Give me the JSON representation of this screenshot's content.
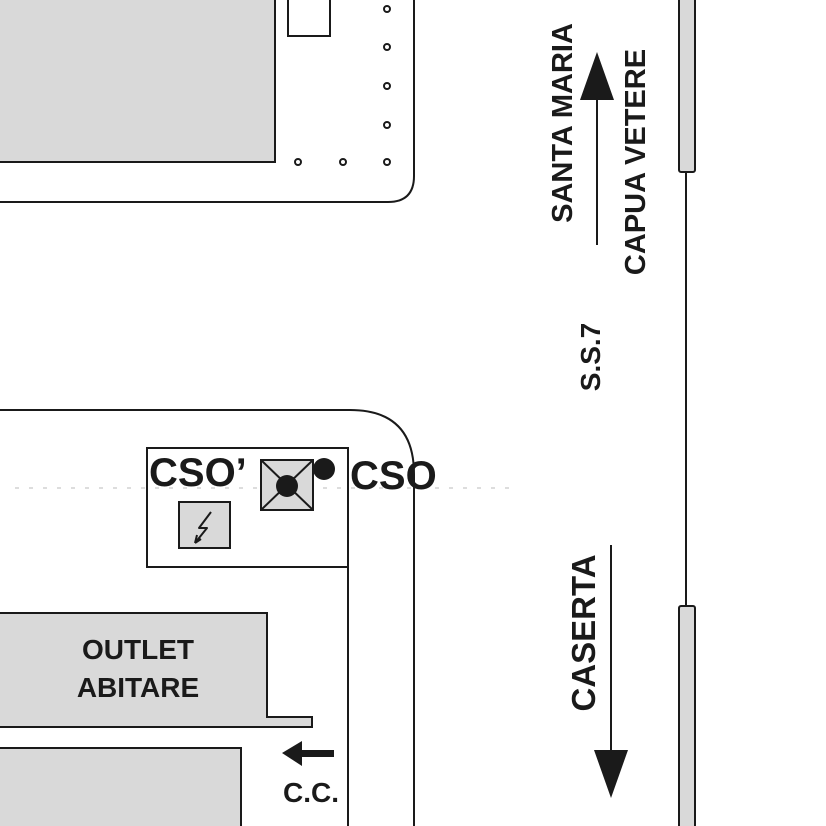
{
  "road": {
    "name": "S.S.7",
    "north_destination_line1": "SANTA MARIA",
    "north_destination_line2": "CAPUA VETERE",
    "south_destination": "CASERTA"
  },
  "points": {
    "cso_primary": "CSO",
    "cso_secondary": "CSO’"
  },
  "buildings": {
    "outlet_line1": "OUTLET",
    "outlet_line2": "ABITARE"
  },
  "shopping_center": {
    "label": "C.C."
  },
  "colors": {
    "building_fill": "#d9d9d9",
    "line": "#1a1a1a",
    "background": "#ffffff"
  },
  "icons": {
    "manhole": "manhole-cross-icon",
    "electric": "lightning-icon",
    "arrow_north": "arrow-up-icon",
    "arrow_south": "arrow-down-icon",
    "arrow_west": "arrow-left-icon"
  }
}
